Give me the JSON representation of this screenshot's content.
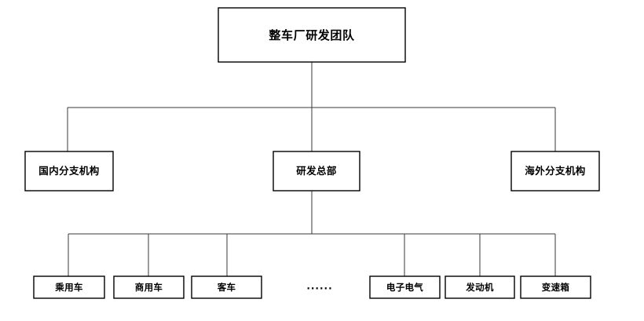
{
  "diagram": {
    "type": "org-chart",
    "background": "#ffffff",
    "box_fill": "#ffffff",
    "box_stroke": "#000000",
    "connector_stroke": "#3a3a3a",
    "levels": [
      {
        "level": 0,
        "nodes": [
          {
            "id": "root",
            "label": "整车厂研发团队"
          }
        ]
      },
      {
        "level": 1,
        "nodes": [
          {
            "id": "domestic",
            "label": "国内分支机构"
          },
          {
            "id": "rnd-hq",
            "label": "研发总部"
          },
          {
            "id": "overseas",
            "label": "海外分支机构"
          }
        ]
      },
      {
        "level": 2,
        "nodes": [
          {
            "id": "passenger-vehicle",
            "label": "乘用车"
          },
          {
            "id": "commercial-vehicle",
            "label": "商用车"
          },
          {
            "id": "bus",
            "label": "客车"
          },
          {
            "id": "ellipsis",
            "label": "······"
          },
          {
            "id": "electronics-electrical",
            "label": "电子电气"
          },
          {
            "id": "engine",
            "label": "发动机"
          },
          {
            "id": "transmission",
            "label": "变速箱"
          }
        ]
      }
    ]
  }
}
